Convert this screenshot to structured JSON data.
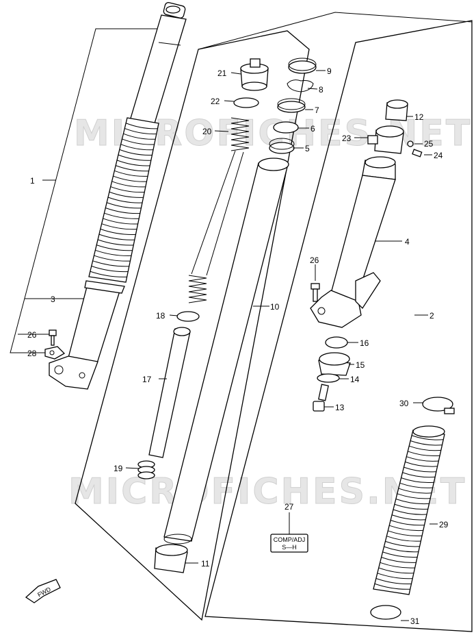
{
  "watermark": "MICROFICHES.NET",
  "labels": {
    "p1": "1",
    "p2": "2",
    "p3": "3",
    "p4": "4",
    "p5": "5",
    "p6": "6",
    "p7": "7",
    "p8": "8",
    "p9": "9",
    "p10": "10",
    "p11": "11",
    "p12": "12",
    "p13": "13",
    "p14": "14",
    "p15": "15",
    "p16": "16",
    "p17": "17",
    "p18": "18",
    "p19": "19",
    "p20": "20",
    "p21": "21",
    "p22": "22",
    "p23": "23",
    "p24": "24",
    "p25": "25",
    "p26a": "26",
    "p26b": "26",
    "p28": "28",
    "p27": "27",
    "p29": "29",
    "p30": "30",
    "p31": "31"
  },
  "tag27": {
    "line1": "COMP/ADJ",
    "line2": "S—H"
  },
  "fwd": "FWD"
}
